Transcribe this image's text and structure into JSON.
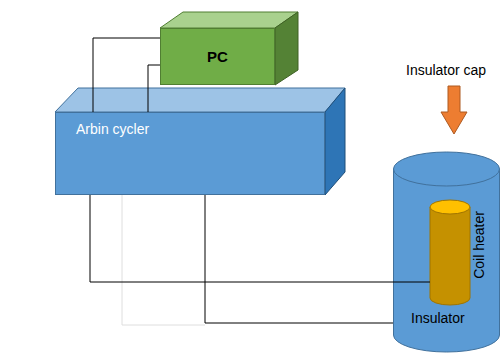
{
  "diagram": {
    "nodes": [
      {
        "text": [
          "PC"
        ]
      },
      {
        "text": [
          "Arbin cycler"
        ]
      },
      {
        "text": [
          "Coil heater",
          "Insulator"
        ]
      }
    ],
    "edges": [
      {
        "from": 0,
        "to": 1,
        "arrow": "none"
      },
      {
        "from": 0,
        "to": 1,
        "arrow": "none"
      },
      {
        "from": 1,
        "to": 2,
        "arrow": "none"
      },
      {
        "from": 1,
        "to": 2,
        "arrow": "none"
      }
    ],
    "labels": [
      "Insulator cap"
    ]
  }
}
